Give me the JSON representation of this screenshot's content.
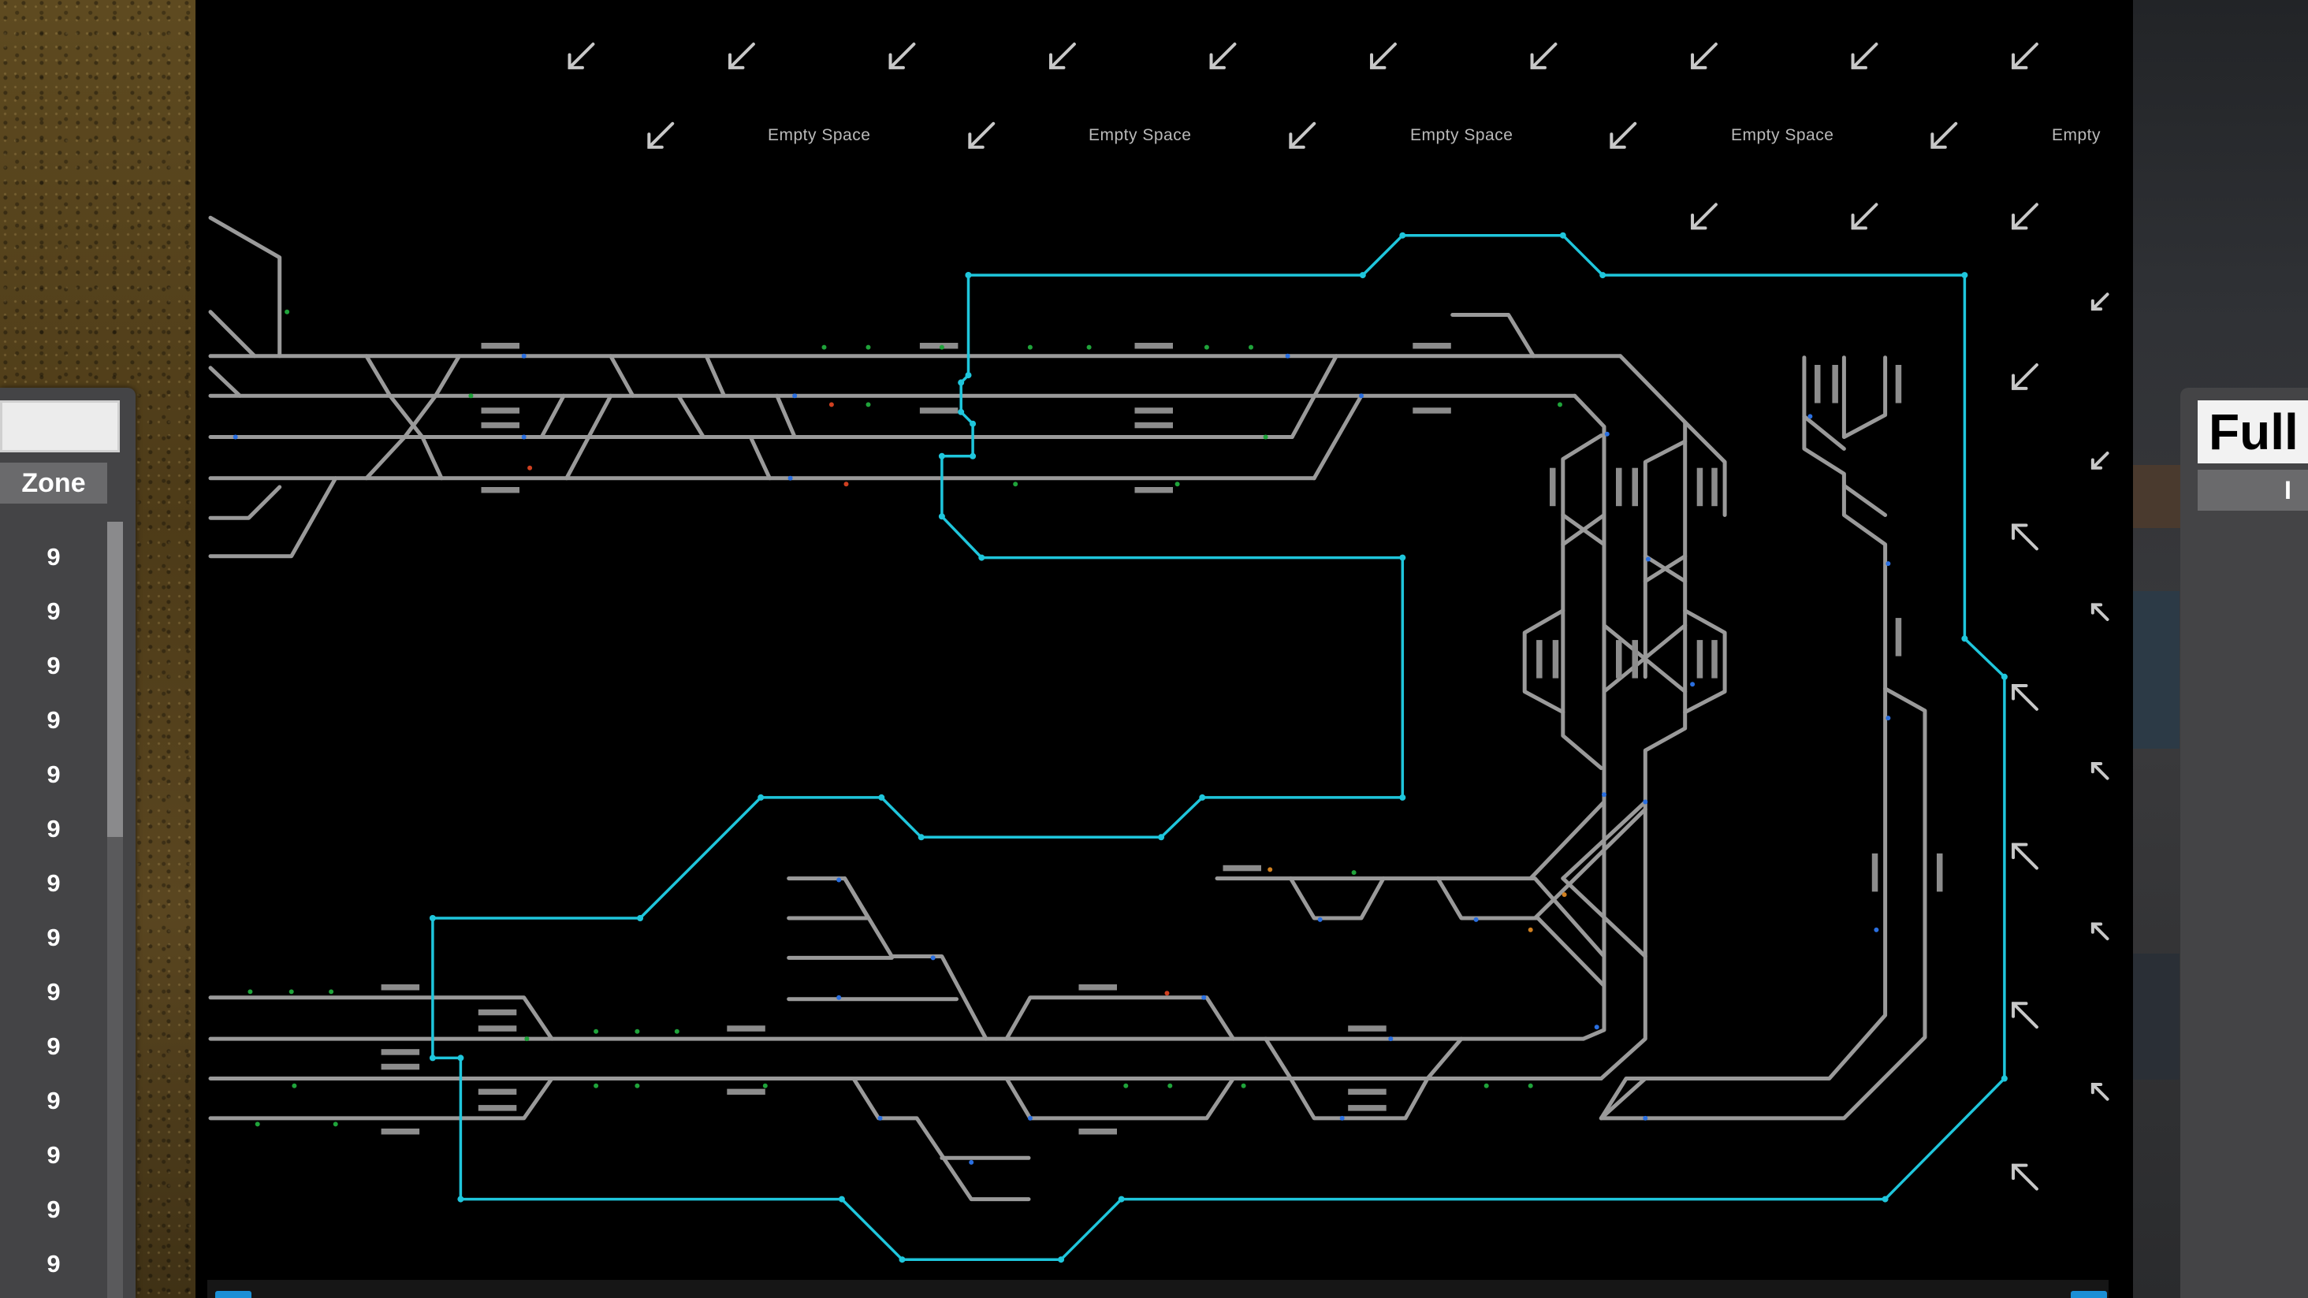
{
  "screen": {
    "empty_space_label": "Empty Space",
    "empty_space_cut_label": "Empty",
    "track_color": "#9a9a9a",
    "route_color": "#1fc6dc",
    "background_color": "#000000"
  },
  "zone_panel": {
    "title": "Zone",
    "rows": [
      "9",
      "9",
      "9",
      "9",
      "9",
      "9",
      "9",
      "9",
      "9",
      "9",
      "9",
      "9",
      "9",
      "9"
    ]
  },
  "right_panel": {
    "title": "Full",
    "subtitle": "I"
  },
  "icons": {
    "arrow_down_left": "arrow-down-left-icon",
    "arrow_up_left": "arrow-up-left-icon"
  }
}
